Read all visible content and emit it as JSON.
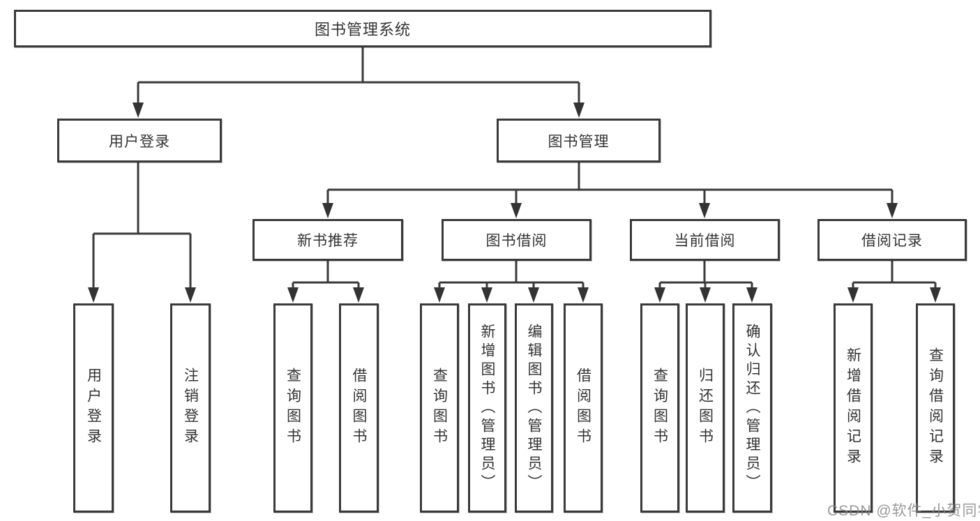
{
  "diagram": {
    "title": "图书管理系统",
    "type": "functional-structure-tree"
  },
  "nodes": {
    "root": {
      "label": "图书管理系统"
    },
    "user_login": {
      "label": "用户登录"
    },
    "book_mgmt": {
      "label": "图书管理"
    },
    "new_book_rec": {
      "label": "新书推荐"
    },
    "book_borrow": {
      "label": "图书借阅"
    },
    "current_borrow": {
      "label": "当前借阅"
    },
    "borrow_records": {
      "label": "借阅记录"
    },
    "leaf_user_login": {
      "label": "用户登录"
    },
    "leaf_logout": {
      "label": "注销登录"
    },
    "leaf_query_book_a": {
      "label": "查询图书"
    },
    "leaf_borrow_book_a": {
      "label": "借阅图书"
    },
    "leaf_query_book_b": {
      "label": "查询图书"
    },
    "leaf_add_book": {
      "label": "新增图书（管理员）"
    },
    "leaf_edit_book": {
      "label": "编辑图书（管理员）"
    },
    "leaf_borrow_book_b": {
      "label": "借阅图书"
    },
    "leaf_query_book_c": {
      "label": "查询图书"
    },
    "leaf_return_book": {
      "label": "归还图书"
    },
    "leaf_confirm_return": {
      "label": "确认归还（管理员）"
    },
    "leaf_add_borrow_record": {
      "label": "新增借阅记录"
    },
    "leaf_query_borrow_record": {
      "label": "查询借阅记录"
    }
  },
  "hierarchy": {
    "图书管理系统": {
      "用户登录": [
        "用户登录",
        "注销登录"
      ],
      "图书管理": {
        "新书推荐": [
          "查询图书",
          "借阅图书"
        ],
        "图书借阅": [
          "查询图书",
          "新增图书（管理员）",
          "编辑图书（管理员）",
          "借阅图书"
        ],
        "当前借阅": [
          "查询图书",
          "归还图书",
          "确认归还（管理员）"
        ],
        "借阅记录": [
          "新增借阅记录",
          "查询借阅记录"
        ]
      }
    }
  },
  "watermark": {
    "text": "CSDN @软件_小贺同学"
  },
  "colors": {
    "line": "#3a3a3a",
    "arrow": "#333333",
    "border": "#3a3a3a",
    "text": "#333333",
    "background": "#ffffff",
    "watermark": "#828282"
  }
}
